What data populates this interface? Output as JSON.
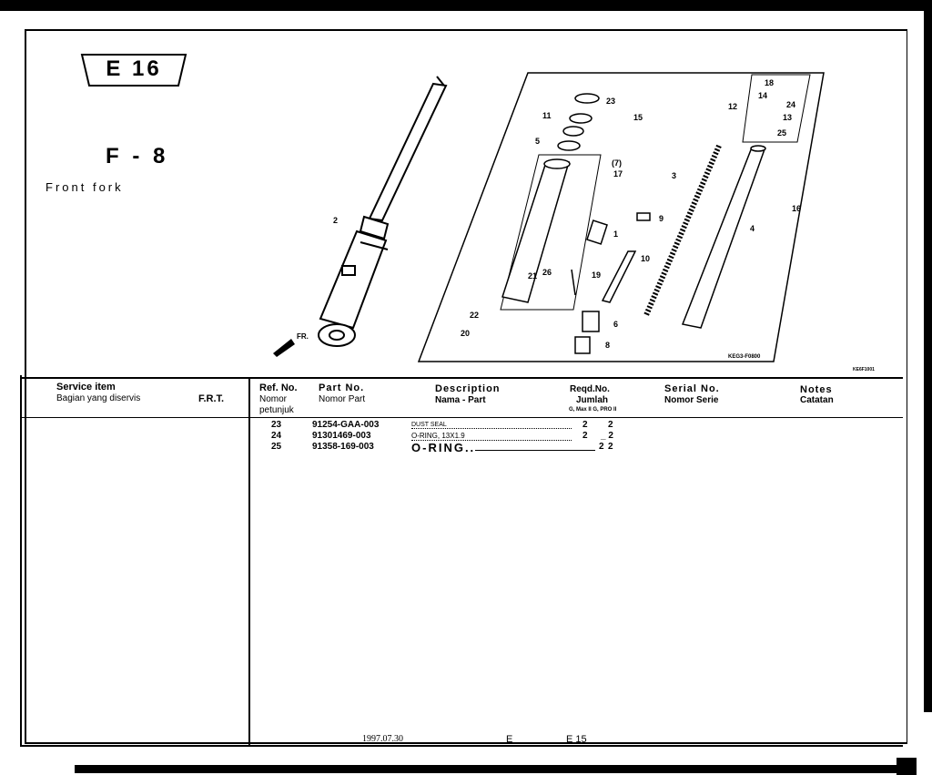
{
  "badge": {
    "label": "E 16"
  },
  "figure": {
    "code": "F - 8",
    "title": "Front fork"
  },
  "diagram": {
    "drawing_code": "KEG3-F0800",
    "ref_code": "KE6F1001",
    "fr_label": "FR.",
    "callouts": [
      "23",
      "11",
      "15",
      "5",
      "(7)",
      "17",
      "3",
      "12",
      "18",
      "14",
      "24",
      "13",
      "25",
      "16",
      "4",
      "2",
      "1",
      "9",
      "10",
      "21",
      "26",
      "19",
      "22",
      "20",
      "6",
      "8"
    ]
  },
  "table": {
    "headers": {
      "service_item": "Service      item",
      "service_item_sub": "Bagian yang diservis",
      "frt": "F.R.T.",
      "ref_no": "Ref. No.",
      "ref_no_sub1": "Nomor",
      "ref_no_sub2": "petunjuk",
      "part_no": "Part  No.",
      "part_no_sub": "Nomor Part",
      "description": "Description",
      "description_sub": "Nama - Part",
      "reqd_no": "Reqd.No.",
      "reqd_no_sub": "Jumlah",
      "reqd_no_sub2": "G, Max II  G, PRO II",
      "serial_no": "Serial  No.",
      "serial_no_sub": "Nomor Serie",
      "notes": "Notes",
      "notes_sub": "Catatan"
    },
    "rows": [
      {
        "ref": "23",
        "part": "91254-GAA-003",
        "desc": "DUST SEAL",
        "q1": "2",
        "q2": "2"
      },
      {
        "ref": "24",
        "part": "91301469-003",
        "desc": "O-RING, 13X1.9",
        "q1": "2",
        "q2": "_ 2"
      },
      {
        "ref": "25",
        "part": "91358-169-003",
        "desc": "O-RING..",
        "q1": "2",
        "q2": "2"
      }
    ]
  },
  "footer": {
    "date": "1997.07.30",
    "section": "E",
    "page": "E  15"
  }
}
